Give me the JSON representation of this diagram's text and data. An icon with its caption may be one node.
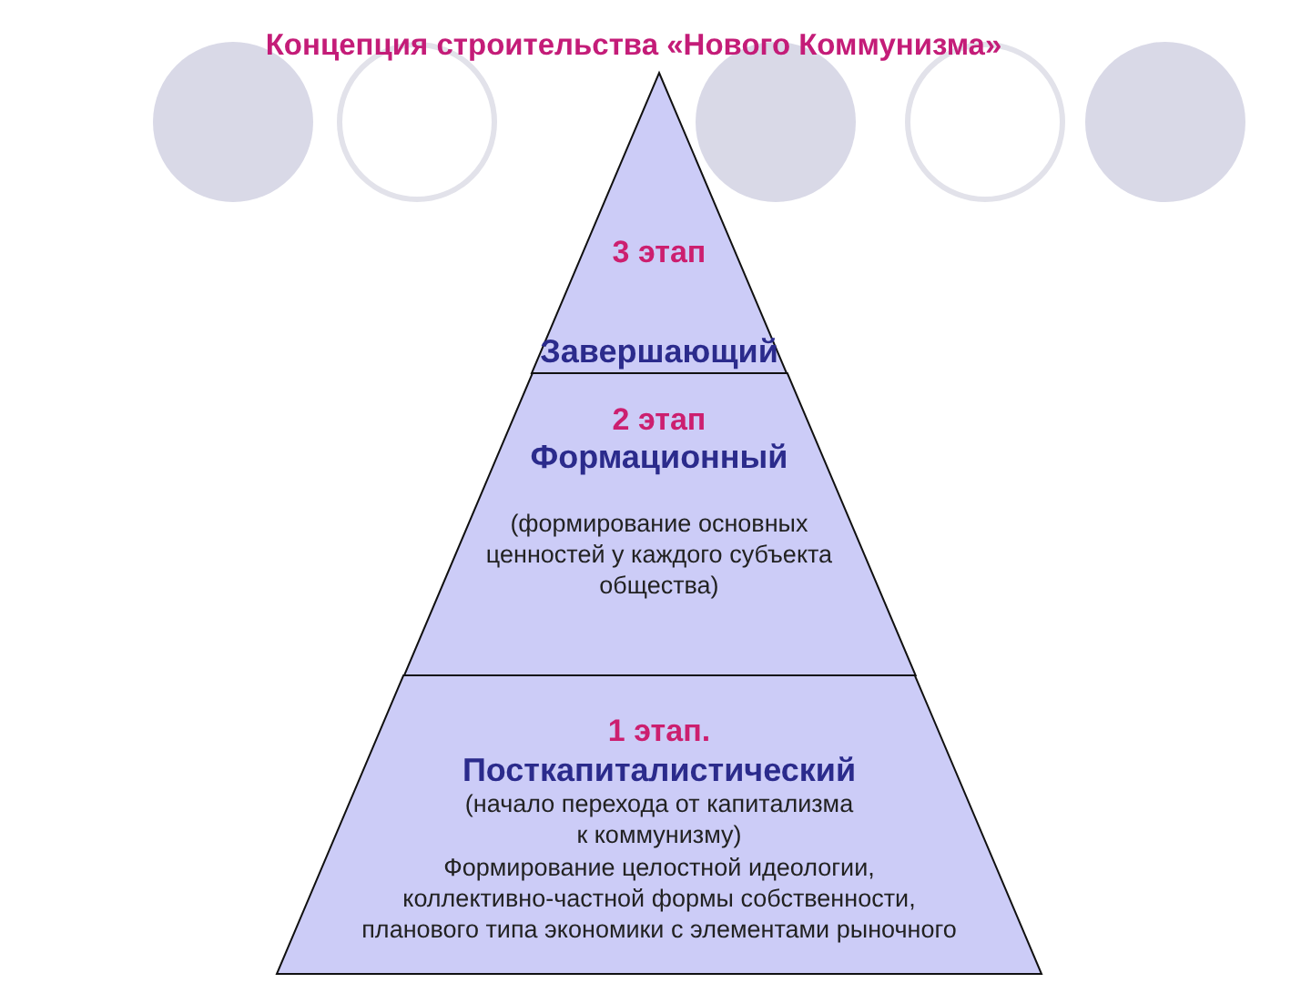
{
  "diagram": {
    "title": "Концепция строительства «Нового Коммунизма»",
    "nodes": [
      {
        "text": [
          "3 этап",
          "Завершающий"
        ]
      },
      {
        "text": [
          "2 этап",
          "Формационный",
          "(формирование основных ценностей у каждого субъекта общества)"
        ]
      },
      {
        "text": [
          "1 этап.",
          "Посткапиталистический",
          "(начало перехода от капитализма к коммунизму)",
          "Формирование целостной идеологии, коллективно-частной формы собственности, планового типа экономики с элементами рыночного"
        ]
      }
    ],
    "edges": []
  }
}
